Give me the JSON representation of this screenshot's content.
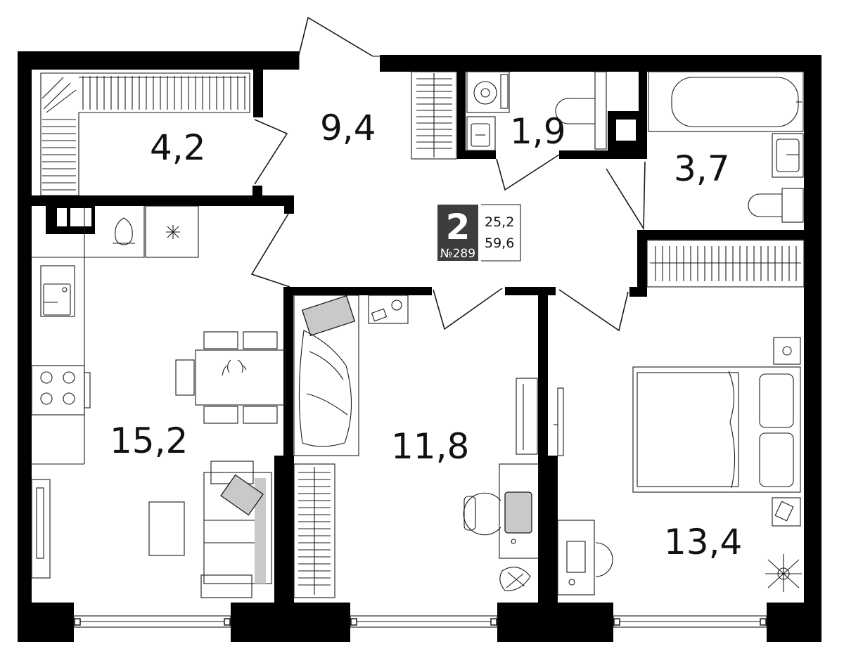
{
  "plan": {
    "rooms_label": "2",
    "apartment_number": "№289",
    "living_area": "25,2",
    "total_area": "59,6",
    "badge_color": "#3d3d3d"
  },
  "rooms": {
    "wardrobe": "4,2",
    "hall": "9,4",
    "wc": "1,9",
    "bathroom": "3,7",
    "kitchen_living": "15,2",
    "kids_room": "11,8",
    "bedroom": "13,4"
  }
}
